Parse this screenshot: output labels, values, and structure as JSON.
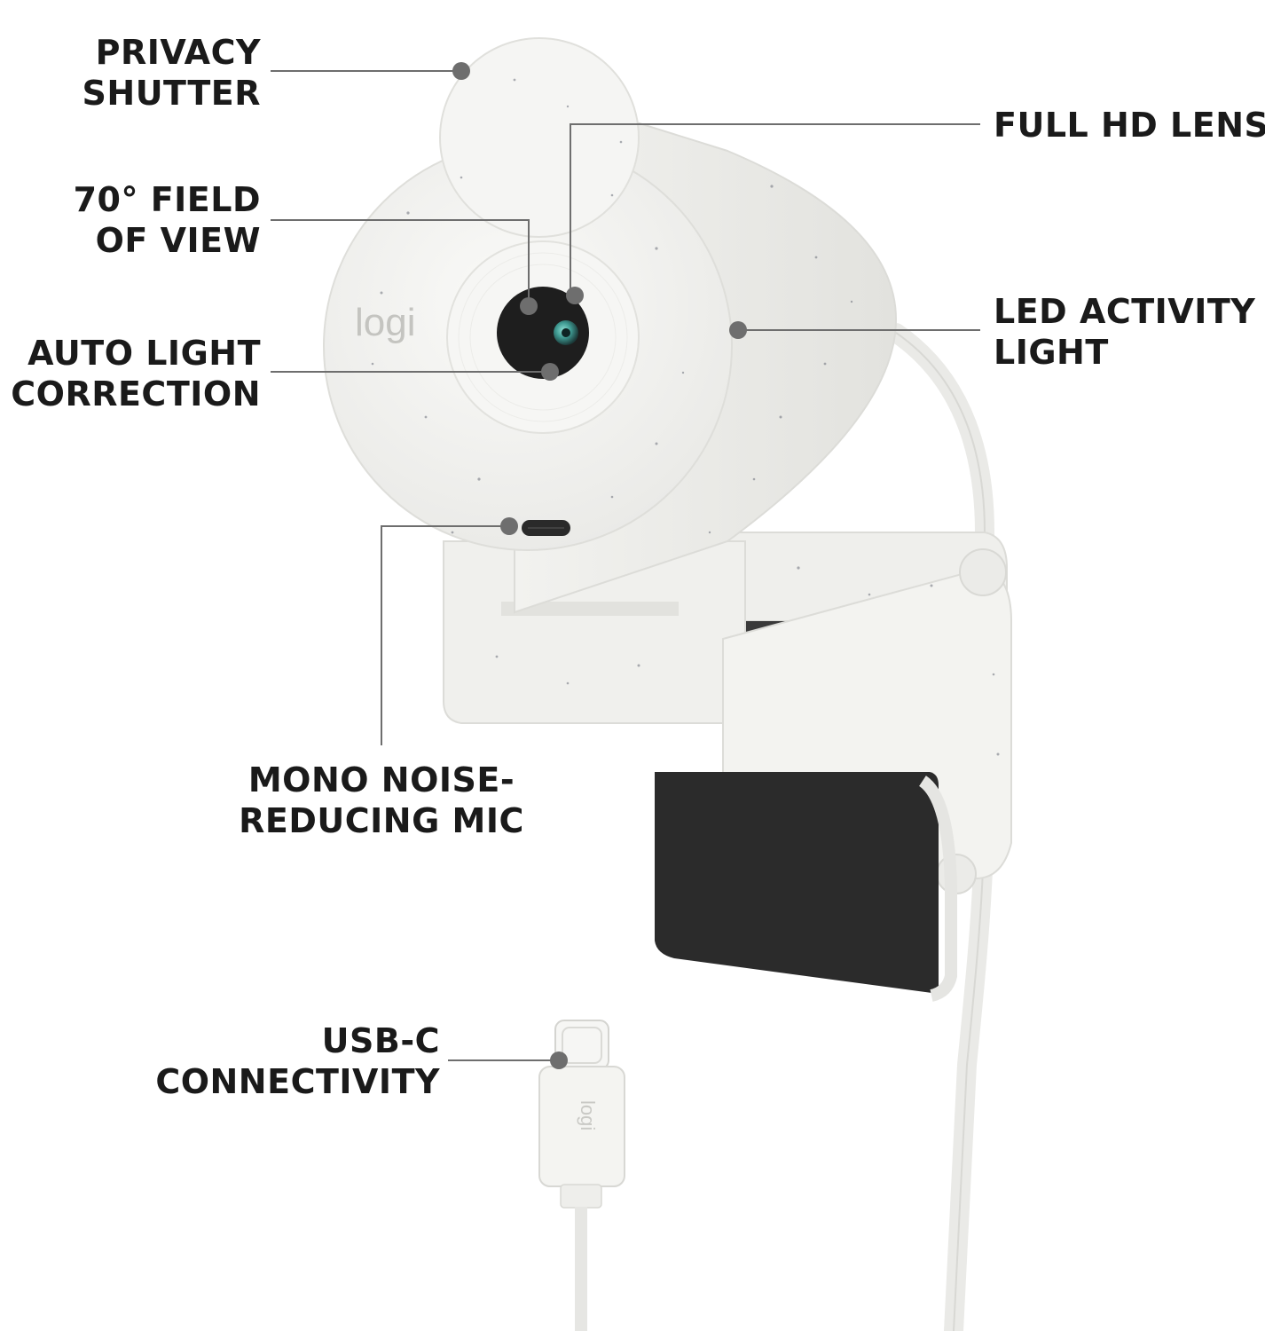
{
  "product": {
    "brand_mark": "logi",
    "cable_brand_mark": "logi",
    "colors": {
      "body": "#f4f4f2",
      "body_shade": "#e6e6e3",
      "speckle": "#6b6f7a",
      "lens_housing": "#1e1e1e",
      "lens_glass": "#4fa8a0",
      "clip_pad": "#2b2b2b",
      "callout_line": "#6e6e6e",
      "callout_dot": "#6e6e6e"
    }
  },
  "callouts": {
    "privacy_shutter": {
      "line1": "PRIVACY",
      "line2": "SHUTTER"
    },
    "field_of_view": {
      "line1": "70° FIELD",
      "line2": "OF VIEW"
    },
    "auto_light": {
      "line1": "AUTO LIGHT",
      "line2": "CORRECTION"
    },
    "full_hd_lens": {
      "line1": "FULL HD LENS"
    },
    "led_light": {
      "line1": "LED ACTIVITY",
      "line2": "LIGHT"
    },
    "mono_mic": {
      "line1": "MONO NOISE-",
      "line2": "REDUCING MIC"
    },
    "usb_c": {
      "line1": "USB-C",
      "line2": "CONNECTIVITY"
    }
  }
}
